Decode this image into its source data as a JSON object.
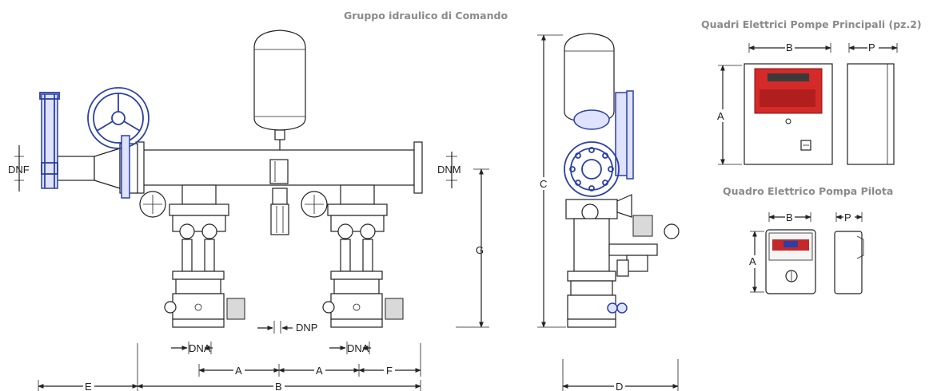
{
  "titles": {
    "gruppo": "Gruppo idraulico di Comando",
    "quadri_principali": "Quadri Elettrici Pompe Principali (pz.2)",
    "quadro_pilota": "Quadro Elettrico Pompa Pilota"
  },
  "dimensions": {
    "dnf": "DNF",
    "dnm": "DNM",
    "dnp": "DNP",
    "dna_left": "DNA",
    "dna_right": "DNA",
    "g": "G",
    "c": "C",
    "a_left": "A",
    "a_right": "A",
    "f_bottom": "F",
    "e": "E",
    "b_overall": "B",
    "d": "D",
    "panel_b": "B",
    "panel_p": "P",
    "panel_a": "A",
    "pilot_b": "B",
    "pilot_p": "P",
    "pilot_a": "A"
  },
  "colors": {
    "line": "#222222",
    "valve_blue": "#2a3fa8",
    "panel_red": "#d42a2a",
    "title_gray": "#8a8a8a"
  }
}
